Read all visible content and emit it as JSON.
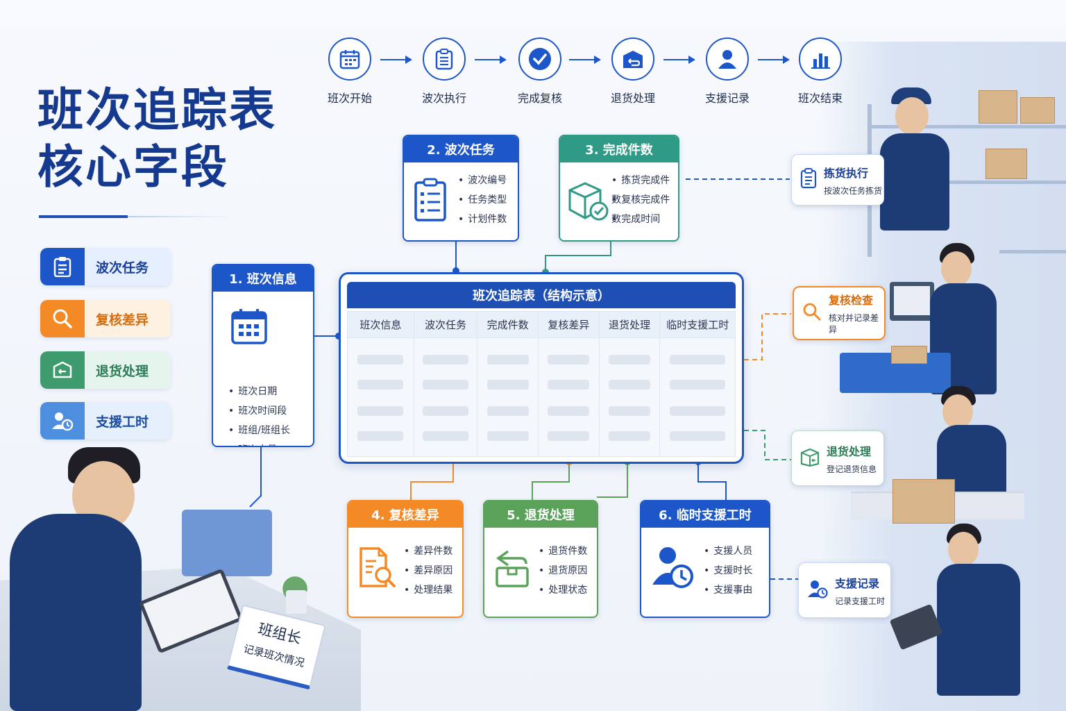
{
  "title": {
    "line1": "班次追踪表",
    "line2": "核心字段"
  },
  "legend": [
    {
      "label": "波次任务",
      "icon": "clipboard-icon",
      "color": "#1d56c8"
    },
    {
      "label": "复核差异",
      "icon": "search-icon",
      "color": "#f38a26"
    },
    {
      "label": "退货处理",
      "icon": "return-box-icon",
      "color": "#3d9b6e"
    },
    {
      "label": "支援工时",
      "icon": "user-clock-icon",
      "color": "#4e8ede"
    }
  ],
  "flow": [
    {
      "label": "班次开始",
      "icon": "calendar-icon"
    },
    {
      "label": "波次执行",
      "icon": "clipboard-icon"
    },
    {
      "label": "完成复核",
      "icon": "check-circle-icon"
    },
    {
      "label": "退货处理",
      "icon": "return-box-icon"
    },
    {
      "label": "支援记录",
      "icon": "user-icon"
    },
    {
      "label": "班次结束",
      "icon": "bar-chart-icon"
    }
  ],
  "cards": {
    "shift_info": {
      "title": "1. 班次信息",
      "items": [
        "班次日期",
        "班次时间段",
        "班组/班组长",
        "班次人员"
      ]
    },
    "wave_task": {
      "title": "2. 波次任务",
      "items": [
        "波次编号",
        "任务类型",
        "计划件数"
      ]
    },
    "completed": {
      "title": "3. 完成件数",
      "items": [
        "拣货完成件数",
        "复核完成件数",
        "完成时间"
      ]
    },
    "review_diff": {
      "title": "4. 复核差异",
      "items": [
        "差异件数",
        "差异原因",
        "处理结果"
      ]
    },
    "returns": {
      "title": "5.  退货处理",
      "items": [
        "退货件数",
        "退货原因",
        "处理状态"
      ]
    },
    "support_hours": {
      "title": "6. 临时支援工时",
      "items": [
        "支援人员",
        "支援时长",
        "支援事由"
      ]
    }
  },
  "table": {
    "title": "班次追踪表（结构示意）",
    "columns": [
      "班次信息",
      "波次任务",
      "完成件数",
      "复核差异",
      "退货处理",
      "临时支援工时"
    ]
  },
  "callouts": [
    {
      "title": "拣货执行",
      "desc": "按波次任务拣货",
      "color": "#1a3f98",
      "icon": "clipboard-icon"
    },
    {
      "title": "复核检查",
      "desc": "核对并记录差异",
      "color": "#d66b0e",
      "icon": "search-icon"
    },
    {
      "title": "退货处理",
      "desc": "登记退货信息",
      "color": "#2c7d57",
      "icon": "return-box-icon"
    },
    {
      "title": "支援记录",
      "desc": "记录支援工时",
      "color": "#1a3f98",
      "icon": "user-clock-icon"
    }
  ],
  "desk_sign": {
    "line1": "班组长",
    "line2": "记录班次情况"
  }
}
